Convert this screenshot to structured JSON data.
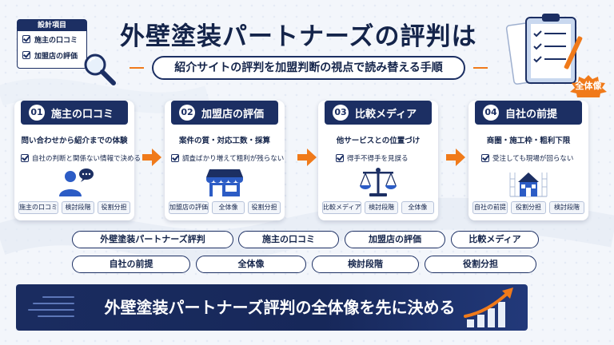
{
  "checklist": {
    "heading": "設計項目",
    "items": [
      "施主の口コミ",
      "加盟店の評価"
    ]
  },
  "title": "外壁塗装パートナーズの評判は",
  "subtitle": "紹介サイトの評判を加盟判断の視点で読み替える手順",
  "badge": "全体像",
  "cards": [
    {
      "num": "01",
      "title": "施主の口コミ",
      "sub": "問い合わせから紹介までの体験",
      "check": "自社の判断と関係ない情報で決める",
      "icon": "people-chat-icon",
      "tags": [
        "施主の口コミ",
        "検討段階",
        "役割分担"
      ]
    },
    {
      "num": "02",
      "title": "加盟店の評価",
      "sub": "案件の質・対応工数・採算",
      "check": "調査ばかり増えて粗利が残らない",
      "icon": "storefront-icon",
      "tags": [
        "加盟店の評価",
        "全体像",
        "役割分担"
      ]
    },
    {
      "num": "03",
      "title": "比較メディア",
      "sub": "他サービスとの位置づけ",
      "check": "得手不得手を見誤る",
      "icon": "balance-scale-icon",
      "tags": [
        "比較メディア",
        "検討段階",
        "全体像"
      ]
    },
    {
      "num": "04",
      "title": "自社の前提",
      "sub": "商圏・施工枠・粗利下限",
      "check": "受注しても現場が回らない",
      "icon": "house-icon",
      "tags": [
        "自社の前提",
        "役割分担",
        "検討段階"
      ]
    }
  ],
  "keywords": [
    "外壁塗装パートナーズ評判",
    "施主の口コミ",
    "加盟店の評価",
    "比較メディア",
    "自社の前提",
    "全体像",
    "検討段階",
    "役割分担"
  ],
  "banner": "外壁塗装パートナーズ評判の全体像を先に決める",
  "colors": {
    "navy": "#1c2f63",
    "accent": "#f07a1a"
  }
}
